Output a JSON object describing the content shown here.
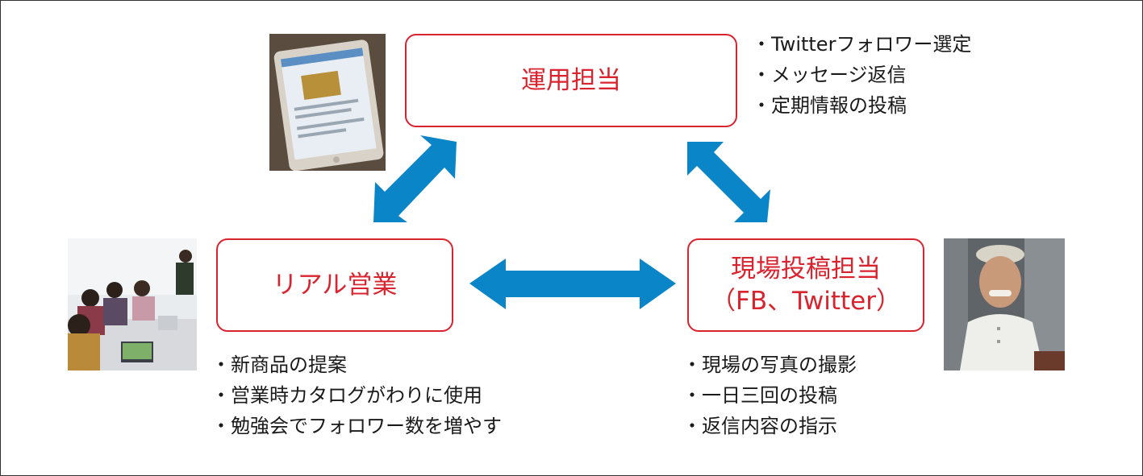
{
  "colors": {
    "role_border": "#d9232e",
    "role_text": "#d9232e",
    "arrow": "#0a85c8"
  },
  "roles": {
    "operations": {
      "title": "運用担当"
    },
    "sales": {
      "title": "リアル営業"
    },
    "field": {
      "title": "現場投稿担当",
      "subtitle": "（FB、Twitter）"
    }
  },
  "tasks": {
    "operations": [
      "Twitterフォロワー選定",
      "メッセージ返信",
      "定期情報の投稿"
    ],
    "sales": [
      "新商品の提案",
      "営業時カタログがわりに使用",
      "勉強会でフォロワー数を増やす"
    ],
    "field": [
      "現場の写真の撮影",
      "一日三回の投稿",
      "返信内容の指示"
    ]
  },
  "photos": {
    "operations": "tablet-photo",
    "sales": "team-meeting-photo",
    "field": "chef-photo"
  }
}
